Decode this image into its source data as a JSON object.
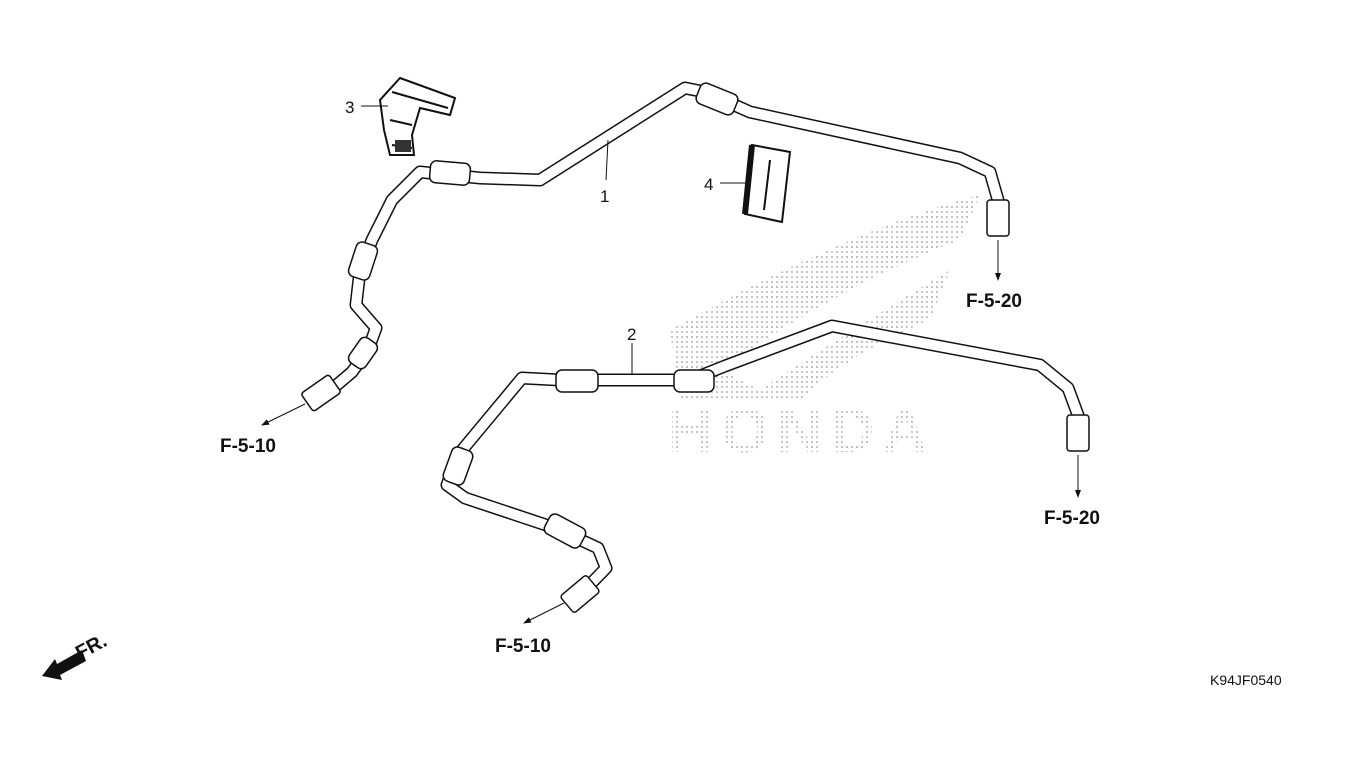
{
  "diagram": {
    "watermark": "HONDA",
    "parts": [
      {
        "ref": "1"
      },
      {
        "ref": "2"
      },
      {
        "ref": "3"
      },
      {
        "ref": "4"
      }
    ],
    "links": [
      {
        "label": "F-5-20"
      },
      {
        "label": "F-5-20"
      },
      {
        "label": "F-5-10"
      },
      {
        "label": "F-5-10"
      }
    ],
    "direction_label": "FR.",
    "drawing_code": "K94JF0540"
  }
}
